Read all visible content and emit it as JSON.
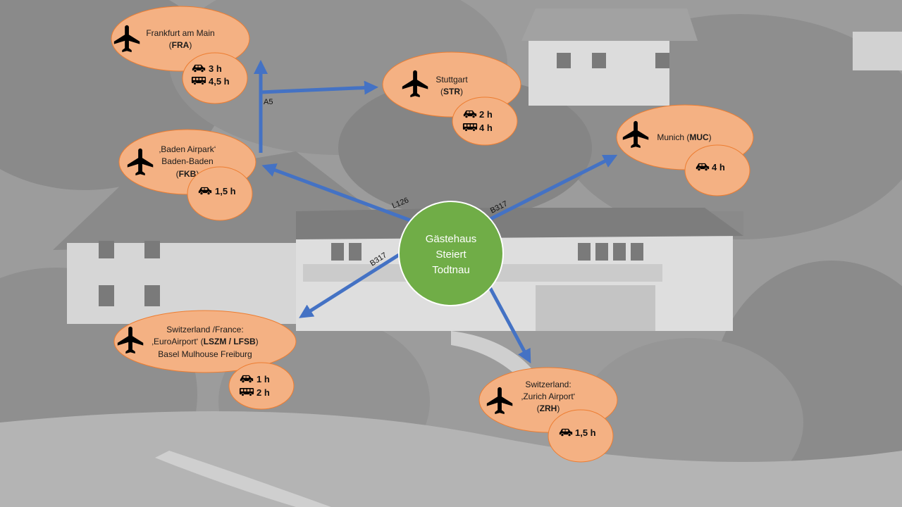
{
  "colors": {
    "airport_fill": "#f4b183",
    "airport_stroke": "#ed7d31",
    "hub_fill": "#70ad47",
    "hub_stroke": "#ffffff",
    "arrow": "#4472c4"
  },
  "hub": {
    "line1": "Gästehaus",
    "line2": "Steiert",
    "line3": "Todtnau"
  },
  "roads": {
    "a5": "A5",
    "l126": "L126",
    "b317_ne": "B317",
    "b317_sw": "B317"
  },
  "airports": {
    "frankfurt": {
      "line1": "Frankfurt am Main",
      "line2_open": "(",
      "code": "FRA",
      "line2_close": ")",
      "car": "3 h",
      "bus": "4,5 h"
    },
    "stuttgart": {
      "line1": "Stuttgart",
      "line2_open": "(",
      "code": "STR",
      "line2_close": ")",
      "car": "2 h",
      "bus": "4 h"
    },
    "baden": {
      "line1": "‚Baden Airpark‘",
      "line2": "Baden-Baden",
      "line3_open": "(",
      "code": "FKB",
      "line3_close": ")",
      "car": "1,5 h"
    },
    "munich": {
      "name": "Munich (",
      "code": "MUC",
      "close": ")",
      "car": "4 h"
    },
    "basel": {
      "line1": "Switzerland /France:",
      "line2_a": "‚EuroAirport‘ (",
      "code": "LSZM / LFSB",
      "line2_b": ")",
      "line3": "Basel Mulhouse Freiburg",
      "car": "1 h",
      "bus": "2 h"
    },
    "zurich": {
      "line1": "Switzerland:",
      "line2": "‚Zurich Airport‘",
      "line3_open": "(",
      "code": "ZRH",
      "line3_close": ")",
      "car": "1,5 h"
    }
  }
}
